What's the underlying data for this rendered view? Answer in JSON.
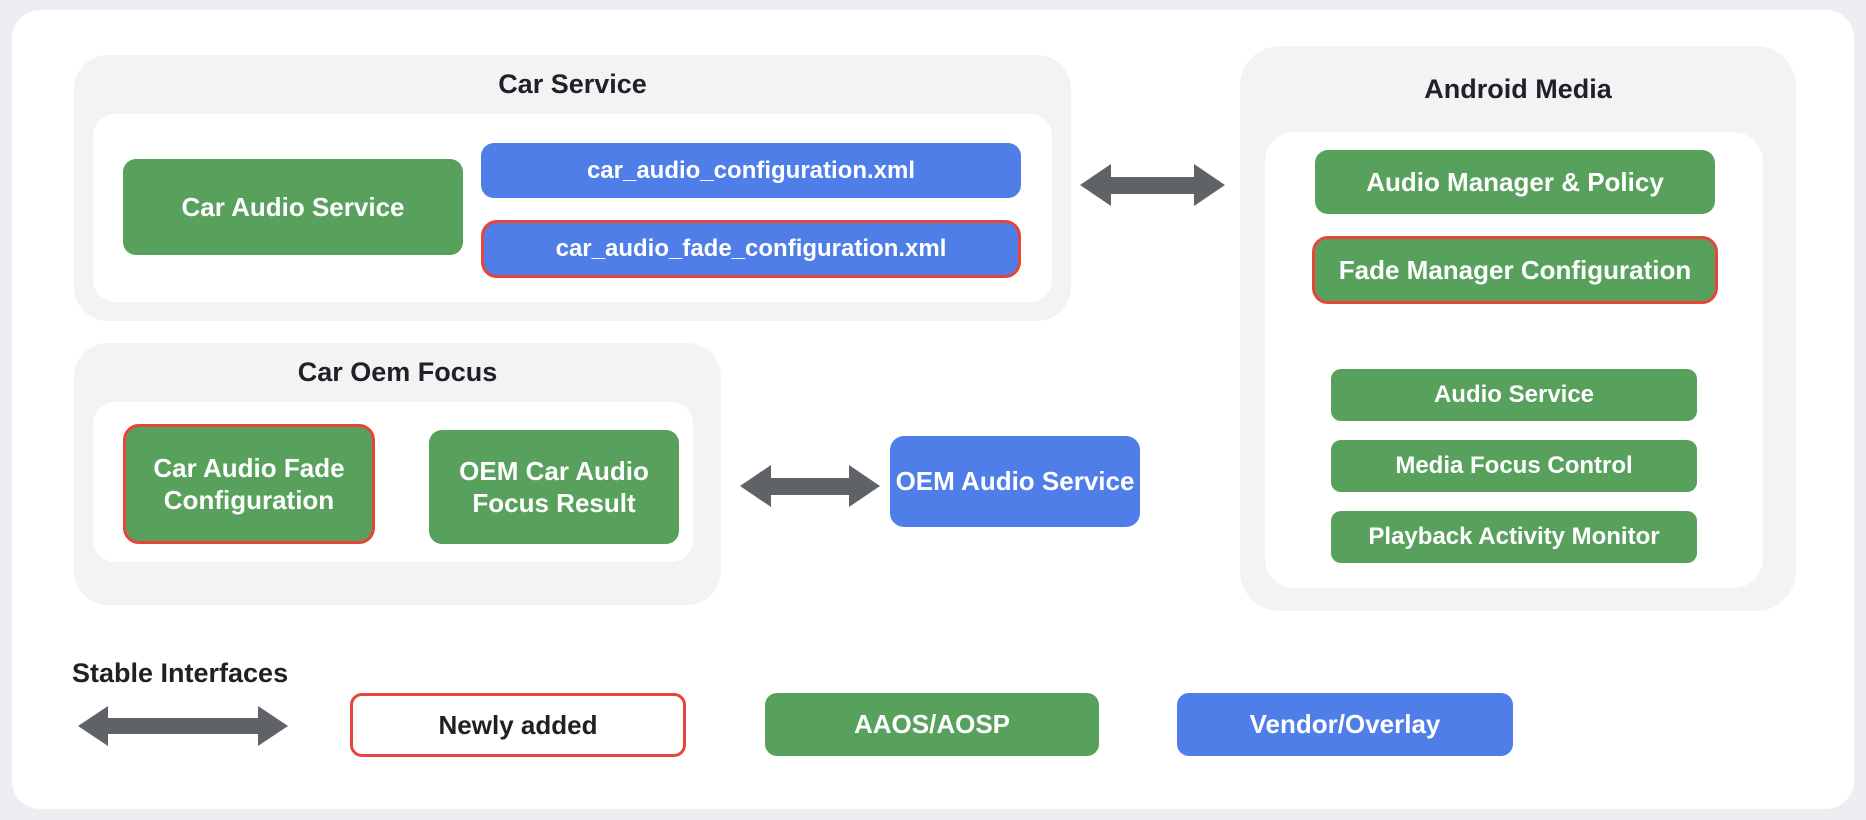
{
  "palette": {
    "page_bg": "#eceef1",
    "card_bg": "#ffffff",
    "group_bg": "#f1f3f4",
    "green": "#57a15c",
    "blue": "#4f7ee8",
    "red_outline": "#e8443a",
    "arrow_gray": "#5f6368",
    "title_text": "#202124"
  },
  "groups": {
    "car_service": {
      "title": "Car Service",
      "car_audio_service": "Car Audio Service",
      "config_xml": "car_audio_configuration.xml",
      "fade_config_xml": "car_audio_fade_configuration.xml"
    },
    "car_oem_focus": {
      "title": "Car Oem Focus",
      "fade_config": "Car Audio Fade Configuration",
      "focus_result": "OEM Car Audio Focus Result"
    },
    "android_media": {
      "title": "Android Media",
      "items": [
        "Audio Manager & Policy",
        "Fade Manager Configuration",
        "Audio Service",
        "Media Focus Control",
        "Playback Activity Monitor"
      ]
    }
  },
  "oem_audio_service": {
    "label": "OEM Audio Service"
  },
  "legend": {
    "stable_interfaces": "Stable Interfaces",
    "newly_added": "Newly added",
    "aaos_aosp": "AAOS/AOSP",
    "vendor_overlay": "Vendor/Overlay"
  }
}
